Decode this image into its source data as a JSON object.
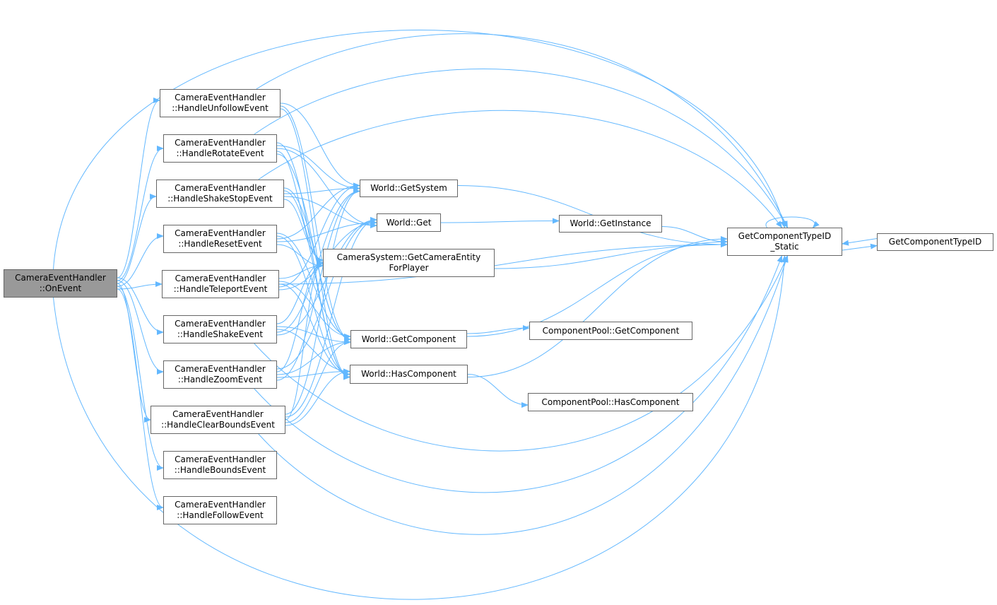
{
  "accent_color": "#63b8ff",
  "nodes": {
    "onevent": {
      "line1": "CameraEventHandler",
      "line2": "::OnEvent"
    },
    "unfollow": {
      "line1": "CameraEventHandler",
      "line2": "::HandleUnfollowEvent"
    },
    "rotate": {
      "line1": "CameraEventHandler",
      "line2": "::HandleRotateEvent"
    },
    "shakestop": {
      "line1": "CameraEventHandler",
      "line2": "::HandleShakeStopEvent"
    },
    "reset": {
      "line1": "CameraEventHandler",
      "line2": "::HandleResetEvent"
    },
    "teleport": {
      "line1": "CameraEventHandler",
      "line2": "::HandleTeleportEvent"
    },
    "shake": {
      "line1": "CameraEventHandler",
      "line2": "::HandleShakeEvent"
    },
    "zoom": {
      "line1": "CameraEventHandler",
      "line2": "::HandleZoomEvent"
    },
    "clearbounds": {
      "line1": "CameraEventHandler",
      "line2": "::HandleClearBoundsEvent"
    },
    "bounds": {
      "line1": "CameraEventHandler",
      "line2": "::HandleBoundsEvent"
    },
    "follow": {
      "line1": "CameraEventHandler",
      "line2": "::HandleFollowEvent"
    },
    "getsystem": {
      "line1": "World::GetSystem"
    },
    "get": {
      "line1": "World::Get"
    },
    "camentity": {
      "line1": "CameraSystem::GetCameraEntity",
      "line2": "ForPlayer"
    },
    "getcomponent": {
      "line1": "World::GetComponent"
    },
    "hascomponent": {
      "line1": "World::HasComponent"
    },
    "getinstance": {
      "line1": "World::GetInstance"
    },
    "cpget": {
      "line1": "ComponentPool::GetComponent"
    },
    "cphas": {
      "line1": "ComponentPool::HasComponent"
    },
    "static": {
      "line1": "GetComponentTypeID",
      "line2": "_Static"
    },
    "typeid": {
      "line1": "GetComponentTypeID"
    }
  },
  "edges": [
    [
      "onevent",
      "unfollow"
    ],
    [
      "onevent",
      "rotate"
    ],
    [
      "onevent",
      "shakestop"
    ],
    [
      "onevent",
      "reset"
    ],
    [
      "onevent",
      "teleport"
    ],
    [
      "onevent",
      "shake"
    ],
    [
      "onevent",
      "zoom"
    ],
    [
      "onevent",
      "clearbounds"
    ],
    [
      "onevent",
      "bounds"
    ],
    [
      "onevent",
      "follow"
    ],
    [
      "onevent",
      "static"
    ],
    [
      "unfollow",
      "static"
    ],
    [
      "unfollow",
      "getsystem"
    ],
    [
      "unfollow",
      "getcomponent"
    ],
    [
      "unfollow",
      "hascomponent"
    ],
    [
      "rotate",
      "static"
    ],
    [
      "rotate",
      "getsystem"
    ],
    [
      "rotate",
      "get"
    ],
    [
      "rotate",
      "camentity"
    ],
    [
      "rotate",
      "getcomponent"
    ],
    [
      "rotate",
      "hascomponent"
    ],
    [
      "shakestop",
      "static"
    ],
    [
      "shakestop",
      "getsystem"
    ],
    [
      "shakestop",
      "get"
    ],
    [
      "shakestop",
      "camentity"
    ],
    [
      "shakestop",
      "getcomponent"
    ],
    [
      "shakestop",
      "hascomponent"
    ],
    [
      "reset",
      "getsystem"
    ],
    [
      "reset",
      "get"
    ],
    [
      "reset",
      "camentity"
    ],
    [
      "reset",
      "getcomponent"
    ],
    [
      "reset",
      "hascomponent"
    ],
    [
      "teleport",
      "static"
    ],
    [
      "teleport",
      "getsystem"
    ],
    [
      "teleport",
      "get"
    ],
    [
      "teleport",
      "camentity"
    ],
    [
      "teleport",
      "getcomponent"
    ],
    [
      "teleport",
      "hascomponent"
    ],
    [
      "shake",
      "getsystem"
    ],
    [
      "shake",
      "get"
    ],
    [
      "shake",
      "camentity"
    ],
    [
      "shake",
      "getcomponent"
    ],
    [
      "shake",
      "hascomponent"
    ],
    [
      "shake",
      "static"
    ],
    [
      "zoom",
      "getsystem"
    ],
    [
      "zoom",
      "get"
    ],
    [
      "zoom",
      "camentity"
    ],
    [
      "zoom",
      "getcomponent"
    ],
    [
      "zoom",
      "hascomponent"
    ],
    [
      "zoom",
      "static"
    ],
    [
      "clearbounds",
      "getsystem"
    ],
    [
      "clearbounds",
      "get"
    ],
    [
      "clearbounds",
      "camentity"
    ],
    [
      "clearbounds",
      "getcomponent"
    ],
    [
      "clearbounds",
      "hascomponent"
    ],
    [
      "clearbounds",
      "static"
    ],
    [
      "getsystem",
      "static"
    ],
    [
      "get",
      "getinstance"
    ],
    [
      "getinstance",
      "static"
    ],
    [
      "camentity",
      "static"
    ],
    [
      "getcomponent",
      "cpget"
    ],
    [
      "getcomponent",
      "static"
    ],
    [
      "hascomponent",
      "cphas"
    ],
    [
      "hascomponent",
      "static"
    ],
    [
      "static",
      "typeid"
    ],
    [
      "typeid",
      "static"
    ],
    [
      "static",
      "static"
    ]
  ]
}
